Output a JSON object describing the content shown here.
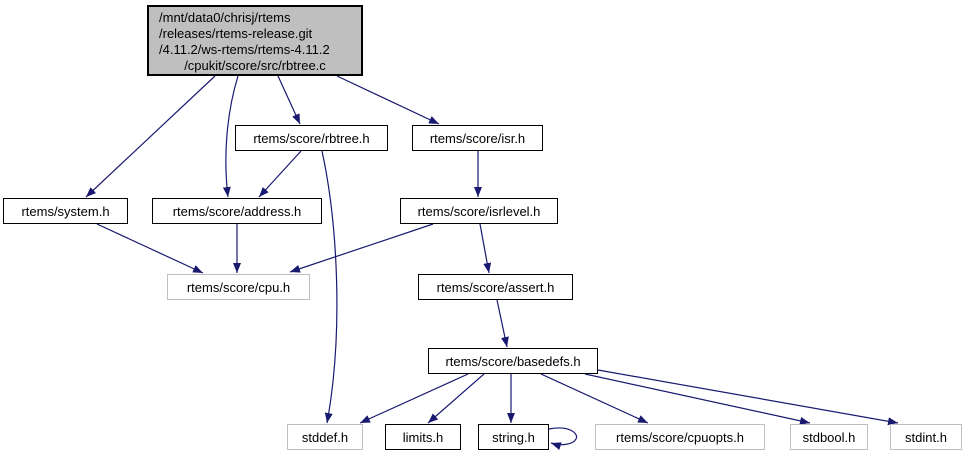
{
  "diagram_type": "include-dependency-graph",
  "root_file": {
    "lines": [
      "/mnt/data0/chrisj/rtems",
      "/releases/rtems-release.git",
      "/4.11.2/ws-rtems/rtems-4.11.2",
      "/cpukit/score/src/rbtree.c"
    ]
  },
  "nodes": {
    "rbtree_h": {
      "label": "rtems/score/rbtree.h"
    },
    "isr_h": {
      "label": "rtems/score/isr.h"
    },
    "system_h": {
      "label": "rtems/system.h"
    },
    "address_h": {
      "label": "rtems/score/address.h"
    },
    "isrlevel_h": {
      "label": "rtems/score/isrlevel.h"
    },
    "cpu_h": {
      "label": "rtems/score/cpu.h"
    },
    "assert_h": {
      "label": "rtems/score/assert.h"
    },
    "basedefs_h": {
      "label": "rtems/score/basedefs.h"
    },
    "stddef_h": {
      "label": "stddef.h"
    },
    "limits_h": {
      "label": "limits.h"
    },
    "string_h": {
      "label": "string.h"
    },
    "cpuopts_h": {
      "label": "rtems/score/cpuopts.h"
    },
    "stdbool_h": {
      "label": "stdbool.h"
    },
    "stdint_h": {
      "label": "stdint.h"
    }
  },
  "edges": [
    {
      "from": "/cpukit/score/src/rbtree.c",
      "to": "rtems/system.h"
    },
    {
      "from": "/cpukit/score/src/rbtree.c",
      "to": "rtems/score/address.h"
    },
    {
      "from": "/cpukit/score/src/rbtree.c",
      "to": "rtems/score/rbtree.h"
    },
    {
      "from": "/cpukit/score/src/rbtree.c",
      "to": "rtems/score/isr.h"
    },
    {
      "from": "rtems/score/rbtree.h",
      "to": "rtems/score/address.h"
    },
    {
      "from": "rtems/score/rbtree.h",
      "to": "stddef.h"
    },
    {
      "from": "rtems/score/isr.h",
      "to": "rtems/score/isrlevel.h"
    },
    {
      "from": "rtems/system.h",
      "to": "rtems/score/cpu.h"
    },
    {
      "from": "rtems/score/address.h",
      "to": "rtems/score/cpu.h"
    },
    {
      "from": "rtems/score/isrlevel.h",
      "to": "rtems/score/cpu.h"
    },
    {
      "from": "rtems/score/isrlevel.h",
      "to": "rtems/score/assert.h"
    },
    {
      "from": "rtems/score/assert.h",
      "to": "rtems/score/basedefs.h"
    },
    {
      "from": "rtems/score/basedefs.h",
      "to": "stddef.h"
    },
    {
      "from": "rtems/score/basedefs.h",
      "to": "limits.h"
    },
    {
      "from": "rtems/score/basedefs.h",
      "to": "string.h"
    },
    {
      "from": "rtems/score/basedefs.h",
      "to": "rtems/score/cpuopts.h"
    },
    {
      "from": "rtems/score/basedefs.h",
      "to": "stdbool.h"
    },
    {
      "from": "rtems/score/basedefs.h",
      "to": "stdint.h"
    },
    {
      "from": "string.h",
      "to": "string.h"
    }
  ],
  "colors": {
    "background": "#ffffff",
    "edge": "#191970",
    "node_fill": "#ffffff",
    "node_border": "#000000",
    "external_node_border": "#bfbfbf",
    "root_fill": "#bfbfbf",
    "root_border": "#000000",
    "text": "#000000"
  }
}
